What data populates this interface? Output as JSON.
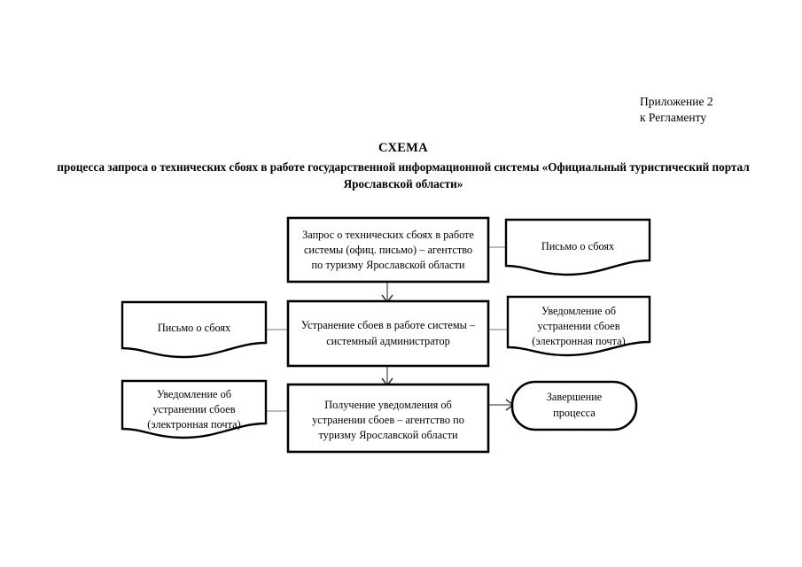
{
  "document": {
    "appendix": {
      "line1": "Приложение 2",
      "line2": "к Регламенту"
    },
    "title": "СХЕМА",
    "subtitle_line1": "процесса запроса о технических сбоях в работе государственной информационной системы «Официальный",
    "subtitle_line2": "туристический портал Ярославской области»"
  },
  "diagram": {
    "type": "flowchart",
    "nodes": [
      {
        "id": "n1",
        "shape": "process",
        "row": 1,
        "column": "center",
        "lines": [
          "Запрос о технических сбоях в работе",
          "системы (офиц. письмо) – агентство",
          "по туризму Ярославской области"
        ]
      },
      {
        "id": "n2",
        "shape": "document",
        "row": 1,
        "column": "right",
        "lines": [
          "Письмо о сбоях"
        ]
      },
      {
        "id": "n3",
        "shape": "document",
        "row": 2,
        "column": "left",
        "lines": [
          "Письмо о сбоях"
        ]
      },
      {
        "id": "n4",
        "shape": "process",
        "row": 2,
        "column": "center",
        "lines": [
          "Устранение сбоев в работе системы –",
          "системный администратор"
        ]
      },
      {
        "id": "n5",
        "shape": "document",
        "row": 2,
        "column": "right",
        "lines": [
          "Уведомление об",
          "устранении сбоев",
          "(электронная почта)"
        ]
      },
      {
        "id": "n6",
        "shape": "document",
        "row": 3,
        "column": "left",
        "lines": [
          "Уведомление об",
          "устранении сбоев",
          "(электронная почта)"
        ]
      },
      {
        "id": "n7",
        "shape": "process",
        "row": 3,
        "column": "center",
        "lines": [
          "Получение уведомления об",
          "устранении сбоев – агентство по",
          "туризму Ярославской области"
        ]
      },
      {
        "id": "n8",
        "shape": "terminator",
        "row": 3,
        "column": "right",
        "lines": [
          "Завершение",
          "процесса"
        ]
      }
    ],
    "edges": [
      {
        "from": "n1",
        "to": "n2",
        "style": "plain-line",
        "direction": "none"
      },
      {
        "from": "n1",
        "to": "n4",
        "style": "arrow",
        "direction": "down"
      },
      {
        "from": "n3",
        "to": "n4",
        "style": "plain-line",
        "direction": "none"
      },
      {
        "from": "n4",
        "to": "n5",
        "style": "plain-line",
        "direction": "none"
      },
      {
        "from": "n4",
        "to": "n7",
        "style": "arrow",
        "direction": "down"
      },
      {
        "from": "n6",
        "to": "n7",
        "style": "plain-line",
        "direction": "none"
      },
      {
        "from": "n7",
        "to": "n8",
        "style": "arrow",
        "direction": "right"
      }
    ]
  },
  "colors": {
    "background": "#ffffff",
    "shape_stroke": "#000000",
    "connector_stroke": "#7a7a7a",
    "text": "#000000"
  }
}
